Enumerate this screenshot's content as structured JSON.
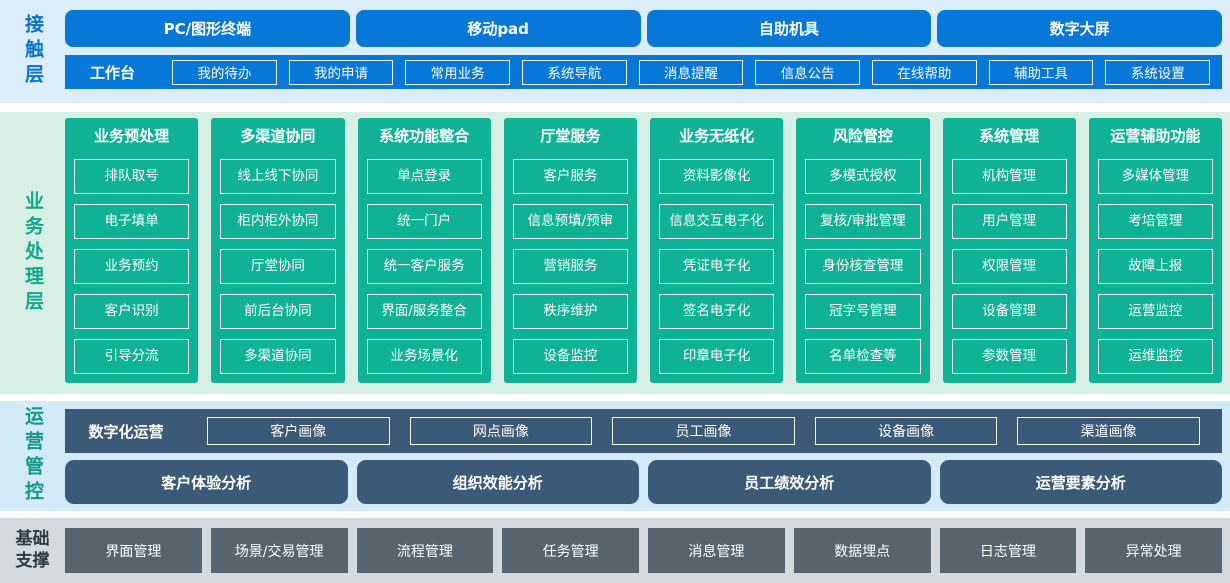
{
  "colors": {
    "primary_blue": "#0878d8",
    "primary_green": "#10b296",
    "slate_blue": "#3b5a78",
    "foundation_gray": "#57646e",
    "band_contact_bg": "#dcedfa",
    "band_business_bg": "#d8efe6",
    "band_ops_bg": "#d2ebf7",
    "band_foundation_bg": "#d5dade"
  },
  "layers": {
    "contact": {
      "label": "接触层",
      "terminals": [
        "PC/图形终端",
        "移动pad",
        "自助机具",
        "数字大屏"
      ],
      "workbench": {
        "label": "工作台",
        "items": [
          "我的待办",
          "我的申请",
          "常用业务",
          "系统导航",
          "消息提醒",
          "信息公告",
          "在线帮助",
          "辅助工具",
          "系统设置"
        ]
      }
    },
    "business": {
      "label": "业务处理层",
      "columns": [
        {
          "title": "业务预处理",
          "items": [
            "排队取号",
            "电子填单",
            "业务预约",
            "客户识别",
            "引导分流"
          ]
        },
        {
          "title": "多渠道协同",
          "items": [
            "线上线下协同",
            "柜内柜外协同",
            "厅堂协同",
            "前后台协同",
            "多渠道协同"
          ]
        },
        {
          "title": "系统功能整合",
          "items": [
            "单点登录",
            "统一门户",
            "统一客户服务",
            "界面/服务整合",
            "业务场景化"
          ]
        },
        {
          "title": "厅堂服务",
          "items": [
            "客户服务",
            "信息预填/预审",
            "营销服务",
            "秩序维护",
            "设备监控"
          ]
        },
        {
          "title": "业务无纸化",
          "items": [
            "资料影像化",
            "信息交互电子化",
            "凭证电子化",
            "签名电子化",
            "印章电子化"
          ]
        },
        {
          "title": "风险管控",
          "items": [
            "多模式授权",
            "复核/审批管理",
            "身份核查管理",
            "冠字号管理",
            "名单检查等"
          ]
        },
        {
          "title": "系统管理",
          "items": [
            "机构管理",
            "用户管理",
            "权限管理",
            "设备管理",
            "参数管理"
          ]
        },
        {
          "title": "运营辅助功能",
          "items": [
            "多媒体管理",
            "考培管理",
            "故障上报",
            "运营监控",
            "运维监控"
          ]
        }
      ]
    },
    "operations": {
      "label": "运营管控",
      "digital": {
        "label": "数字化运营",
        "items": [
          "客户画像",
          "网点画像",
          "员工画像",
          "设备画像",
          "渠道画像"
        ]
      },
      "analysis": [
        "客户体验分析",
        "组织效能分析",
        "员工绩效分析",
        "运营要素分析"
      ]
    },
    "foundation": {
      "label": "基础支撑",
      "items": [
        "界面管理",
        "场景/交易管理",
        "流程管理",
        "任务管理",
        "消息管理",
        "数据埋点",
        "日志管理",
        "异常处理"
      ]
    }
  }
}
